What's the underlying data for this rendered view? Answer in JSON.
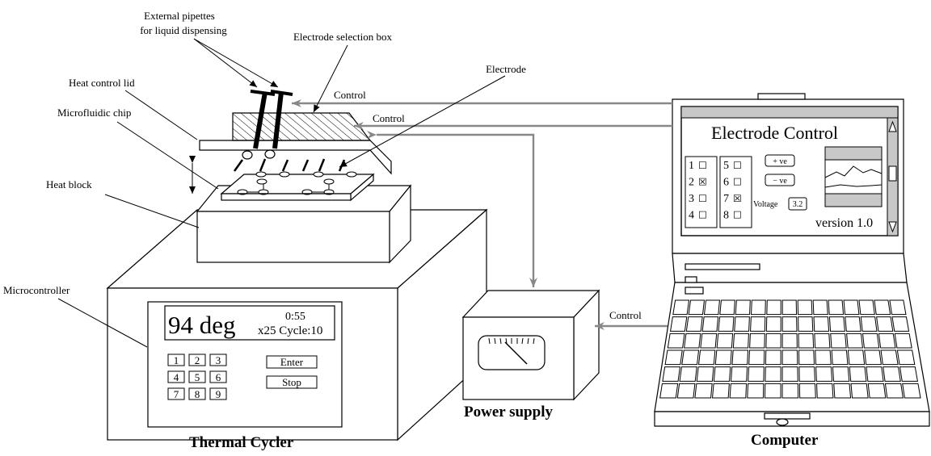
{
  "labels": {
    "pipettes_line1": "External pipettes",
    "pipettes_line2": "for liquid dispensing",
    "selection_box": "Electrode selection box",
    "electrode": "Electrode",
    "heat_lid": "Heat control lid",
    "chip": "Microfluidic chip",
    "heat_block": "Heat block",
    "microcontroller": "Microcontroller",
    "control_1": "Control",
    "control_2": "Control",
    "control_3": "Control",
    "thermal_cycler": "Thermal Cycler",
    "power_supply": "Power supply",
    "computer": "Computer"
  },
  "cycler_display": {
    "temperature": "94 deg",
    "time": "0:55",
    "cycles": "x25 Cycle:10"
  },
  "keypad": [
    "1",
    "2",
    "3",
    "4",
    "5",
    "6",
    "7",
    "8",
    "9"
  ],
  "cycler_buttons": {
    "enter": "Enter",
    "stop": "Stop"
  },
  "screen": {
    "title": "Electrode Control",
    "electrodes": [
      {
        "label": "1",
        "checked": false
      },
      {
        "label": "2",
        "checked": true
      },
      {
        "label": "3",
        "checked": false
      },
      {
        "label": "4",
        "checked": false
      },
      {
        "label": "5",
        "checked": false
      },
      {
        "label": "6",
        "checked": false
      },
      {
        "label": "7",
        "checked": true
      },
      {
        "label": "8",
        "checked": false
      }
    ],
    "check_box_glyph": "☐",
    "checked_glyph": "☒",
    "positive_button": "+ ve",
    "negative_button": "− ve",
    "voltage_label": "Voltage",
    "voltage_value": "3.2",
    "version": "version 1.0"
  },
  "colors": {
    "arrow": "#888888",
    "screen_bar": "#c8c8c8",
    "ink": "#000000"
  }
}
